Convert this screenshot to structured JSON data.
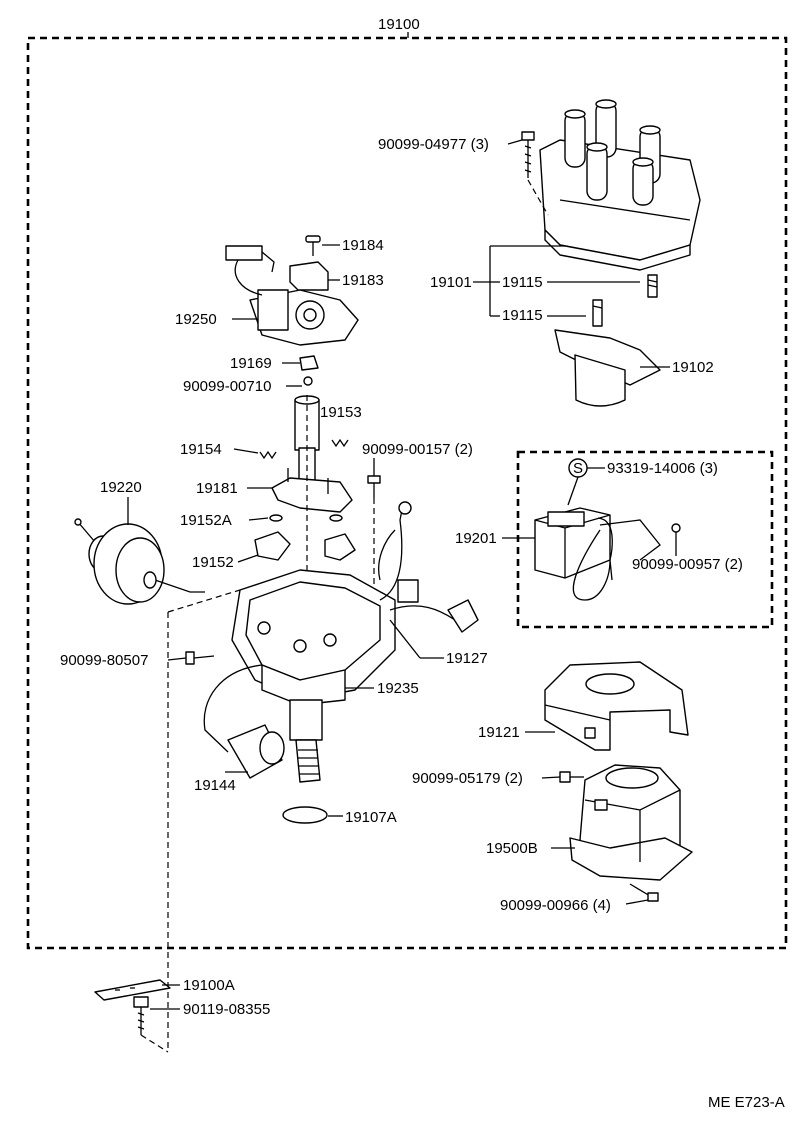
{
  "diagram": {
    "assembly_number": "19100",
    "footer_code": "ME E723-A",
    "callouts": {
      "bolt_cap": "90099-04977 (3)",
      "hw_19101": "19101",
      "hw_19115a": "19115",
      "hw_19115b": "19115",
      "rotor": "19102",
      "screw_19184": "19184",
      "cap_19183": "19183",
      "pickup_19250": "19250",
      "bush_19169": "19169",
      "clip_00710": "90099-00710",
      "shaft_19153": "19153",
      "spring_19154": "19154",
      "screw_00157": "90099-00157 (2)",
      "plate_19181": "19181",
      "clip_19152a": "19152A",
      "weight_19152": "19152",
      "vac_19220": "19220",
      "igniter_19201": "19201",
      "screw_93319_prefix": "S",
      "screw_93319": "93319-14006 (3)",
      "screw_00957": "90099-00957 (2)",
      "bolt_80507": "90099-80507",
      "wire_19127": "19127",
      "housing_19235": "19235",
      "cover_19121": "19121",
      "sensor_19144": "19144",
      "nut_05179": "90099-05179 (2)",
      "oring_19107a": "19107A",
      "coil_19500b": "19500B",
      "bolt_00966": "90099-00966 (4)",
      "plate_19100a": "19100A",
      "bolt_08355": "90119-08355"
    }
  }
}
